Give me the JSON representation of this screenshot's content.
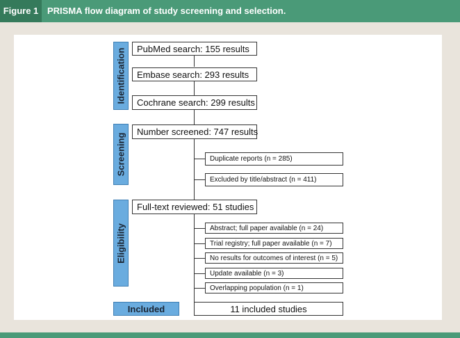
{
  "figure": {
    "label": "Figure 1",
    "title": "PRISMA flow diagram of study screening and selection."
  },
  "stages": {
    "identification": "Identification",
    "screening": "Screening",
    "eligibility": "Eligibility",
    "included": "Included"
  },
  "identification": {
    "pubmed": "PubMed search: 155 results",
    "embase": "Embase search: 293 results",
    "cochrane": "Cochrane search: 299 results"
  },
  "screening": {
    "screened": "Number screened: 747 results",
    "exclusions": [
      "Duplicate reports (n = 285)",
      "Excluded by title/abstract (n = 411)"
    ]
  },
  "eligibility": {
    "reviewed": "Full-text reviewed: 51 studies",
    "exclusions": [
      "Abstract; full paper available (n = 24)",
      "Trial registry; full paper available (n = 7)",
      "No results for outcomes of interest (n = 5)",
      "Update available (n = 3)",
      "Overlapping population  (n = 1)"
    ]
  },
  "included": {
    "studies": "11 included studies"
  },
  "colors": {
    "header": "#4a9a78",
    "label_block": "#357a5b",
    "stage_fill": "#6aacdf"
  }
}
